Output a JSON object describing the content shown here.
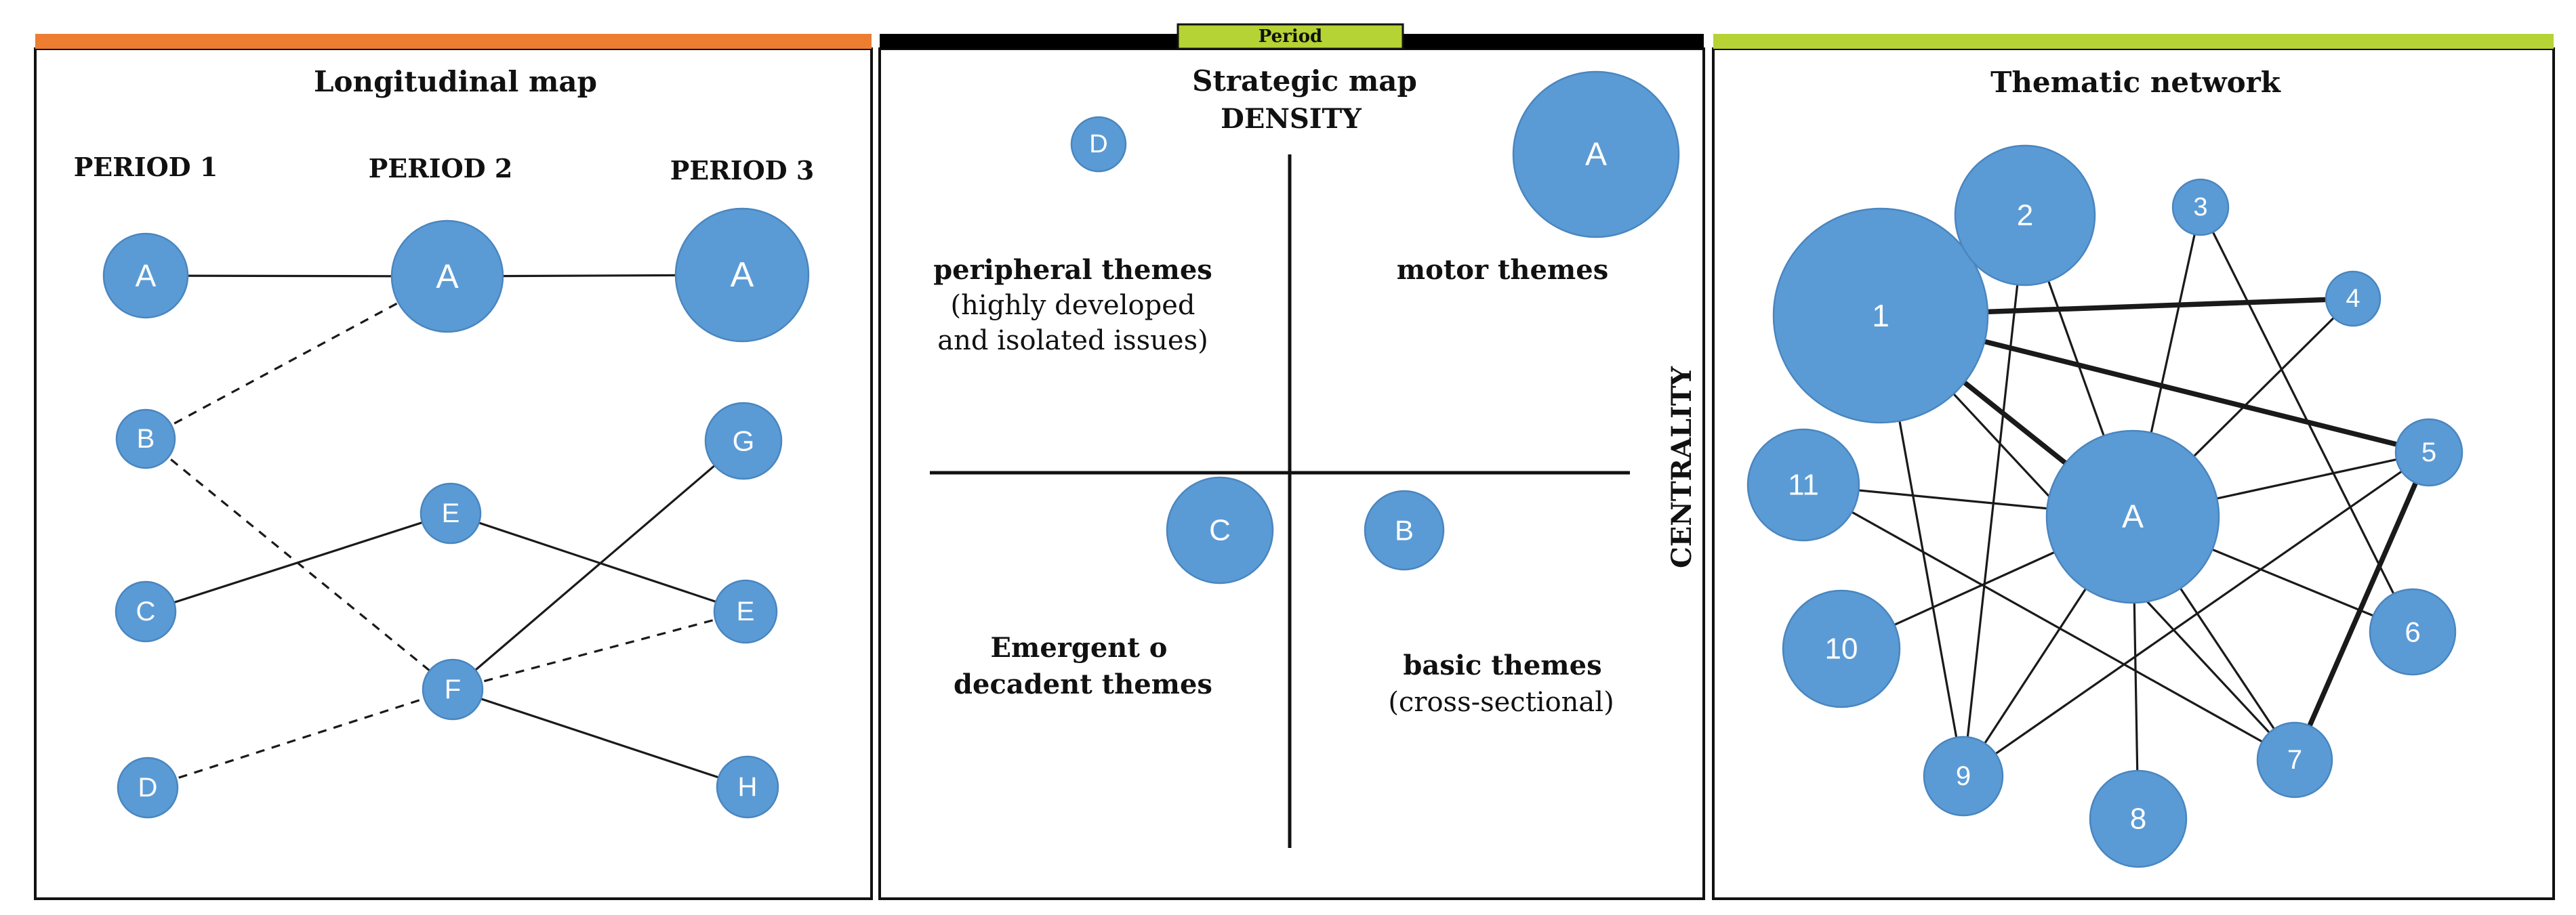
{
  "colors": {
    "node_fill": "#5b9bd5",
    "left_band": "#ed7d31",
    "middle_band": "#000000",
    "right_band": "#b5d334",
    "period_tag": "#b5d334"
  },
  "header": {
    "period_tag": "Period"
  },
  "longitudinal": {
    "title": "Longitudinal map",
    "periods": [
      "PERIOD 1",
      "PERIOD 2",
      "PERIOD 3"
    ],
    "nodes": [
      {
        "id": "p1A",
        "label": "A",
        "period": 1
      },
      {
        "id": "p1B",
        "label": "B",
        "period": 1
      },
      {
        "id": "p1C",
        "label": "C",
        "period": 1
      },
      {
        "id": "p1D",
        "label": "D",
        "period": 1
      },
      {
        "id": "p2A",
        "label": "A",
        "period": 2
      },
      {
        "id": "p2E",
        "label": "E",
        "period": 2
      },
      {
        "id": "p2F",
        "label": "F",
        "period": 2
      },
      {
        "id": "p3A",
        "label": "A",
        "period": 3
      },
      {
        "id": "p3G",
        "label": "G",
        "period": 3
      },
      {
        "id": "p3E",
        "label": "E",
        "period": 3
      },
      {
        "id": "p3H",
        "label": "H",
        "period": 3
      }
    ],
    "links": [
      {
        "from": "p1A",
        "to": "p2A",
        "style": "solid"
      },
      {
        "from": "p2A",
        "to": "p3A",
        "style": "solid"
      },
      {
        "from": "p1B",
        "to": "p2A",
        "style": "dashed"
      },
      {
        "from": "p1B",
        "to": "p2F",
        "style": "dashed"
      },
      {
        "from": "p1C",
        "to": "p2E",
        "style": "solid"
      },
      {
        "from": "p1D",
        "to": "p2F",
        "style": "dashed"
      },
      {
        "from": "p2E",
        "to": "p3E",
        "style": "solid"
      },
      {
        "from": "p2F",
        "to": "p3G",
        "style": "solid"
      },
      {
        "from": "p2F",
        "to": "p3E",
        "style": "dashed"
      },
      {
        "from": "p2F",
        "to": "p3H",
        "style": "solid"
      }
    ]
  },
  "strategic": {
    "title": "Strategic map",
    "y_axis_label": "DENSITY",
    "x_axis_label": "CENTRALITY",
    "quadrants": {
      "top_left": {
        "title": "peripheral themes",
        "lines": [
          "(highly developed",
          "and isolated issues)"
        ]
      },
      "top_right": {
        "title": "motor themes",
        "lines": []
      },
      "bottom_left": {
        "title_lines": [
          "Emergent o",
          "decadent themes"
        ],
        "lines": []
      },
      "bottom_right": {
        "title": "basic themes",
        "lines": [
          "(cross-sectional)"
        ]
      }
    },
    "themes": [
      {
        "id": "sD",
        "label": "D",
        "quadrant": "top-left"
      },
      {
        "id": "sA",
        "label": "A",
        "quadrant": "top-right"
      },
      {
        "id": "sC",
        "label": "C",
        "quadrant": "bottom-left"
      },
      {
        "id": "sB",
        "label": "B",
        "quadrant": "bottom-right"
      }
    ]
  },
  "thematic": {
    "title": "Thematic network",
    "nodes": [
      {
        "id": "A",
        "label": "A"
      },
      {
        "id": "1",
        "label": "1"
      },
      {
        "id": "2",
        "label": "2"
      },
      {
        "id": "3",
        "label": "3"
      },
      {
        "id": "4",
        "label": "4"
      },
      {
        "id": "5",
        "label": "5"
      },
      {
        "id": "6",
        "label": "6"
      },
      {
        "id": "7",
        "label": "7"
      },
      {
        "id": "8",
        "label": "8"
      },
      {
        "id": "9",
        "label": "9"
      },
      {
        "id": "10",
        "label": "10"
      },
      {
        "id": "11",
        "label": "11"
      }
    ],
    "edges": [
      {
        "from": "1",
        "to": "4",
        "weight": "strong"
      },
      {
        "from": "1",
        "to": "5",
        "weight": "strong"
      },
      {
        "from": "1",
        "to": "A",
        "weight": "strong"
      },
      {
        "from": "5",
        "to": "7",
        "weight": "strong"
      },
      {
        "from": "1",
        "to": "9",
        "weight": "normal"
      },
      {
        "from": "1",
        "to": "7",
        "weight": "normal"
      },
      {
        "from": "2",
        "to": "9",
        "weight": "normal"
      },
      {
        "from": "2",
        "to": "A",
        "weight": "normal"
      },
      {
        "from": "3",
        "to": "A",
        "weight": "normal"
      },
      {
        "from": "3",
        "to": "6",
        "weight": "normal"
      },
      {
        "from": "4",
        "to": "A",
        "weight": "normal"
      },
      {
        "from": "5",
        "to": "A",
        "weight": "normal"
      },
      {
        "from": "5",
        "to": "9",
        "weight": "normal"
      },
      {
        "from": "6",
        "to": "A",
        "weight": "normal"
      },
      {
        "from": "7",
        "to": "A",
        "weight": "normal"
      },
      {
        "from": "8",
        "to": "A",
        "weight": "normal"
      },
      {
        "from": "9",
        "to": "A",
        "weight": "normal"
      },
      {
        "from": "10",
        "to": "A",
        "weight": "normal"
      },
      {
        "from": "11",
        "to": "A",
        "weight": "normal"
      },
      {
        "from": "11",
        "to": "7",
        "weight": "normal"
      }
    ]
  }
}
